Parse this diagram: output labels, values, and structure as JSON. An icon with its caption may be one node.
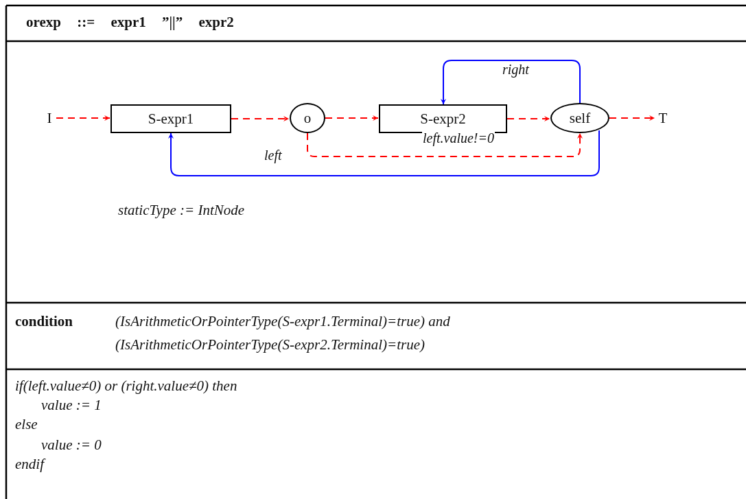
{
  "diagram": {
    "title": "orexp ::= expr1 ”||” expr2",
    "nodes": [
      {
        "text": [
          "I"
        ]
      },
      {
        "text": [
          "S-expr1"
        ]
      },
      {
        "text": [
          "o"
        ]
      },
      {
        "text": [
          "S-expr2"
        ]
      },
      {
        "text": [
          "self"
        ]
      },
      {
        "text": [
          "T"
        ]
      }
    ],
    "edges": [
      {
        "from": 0,
        "to": 1,
        "arrow": "to",
        "style": "dashed"
      },
      {
        "from": 1,
        "to": 2,
        "arrow": "to",
        "style": "dashed"
      },
      {
        "from": 2,
        "to": 3,
        "arrow": "to",
        "style": "dashed"
      },
      {
        "from": 3,
        "to": 4,
        "arrow": "to",
        "style": "dashed"
      },
      {
        "from": 4,
        "to": 5,
        "arrow": "to",
        "style": "dashed"
      },
      {
        "from": 2,
        "to": 4,
        "arrow": "to",
        "style": "dashed",
        "label": "left.value!=0"
      },
      {
        "from": 4,
        "to": 3,
        "arrow": "to",
        "color": "#0000ff",
        "label": "right"
      },
      {
        "from": 4,
        "to": 1,
        "arrow": "to",
        "color": "#0000ff",
        "label": "left"
      }
    ],
    "labels": [
      "staticType := IntNode",
      "condition",
      "(IsArithmeticOrPointerType(S-expr1.Terminal)=true) and",
      "(IsArithmeticOrPointerType(S-expr2.Terminal)=true)",
      "if(left.value≠0) or (right.value≠0) then",
      "value := 1",
      "else",
      "value := 0",
      "endif"
    ]
  }
}
